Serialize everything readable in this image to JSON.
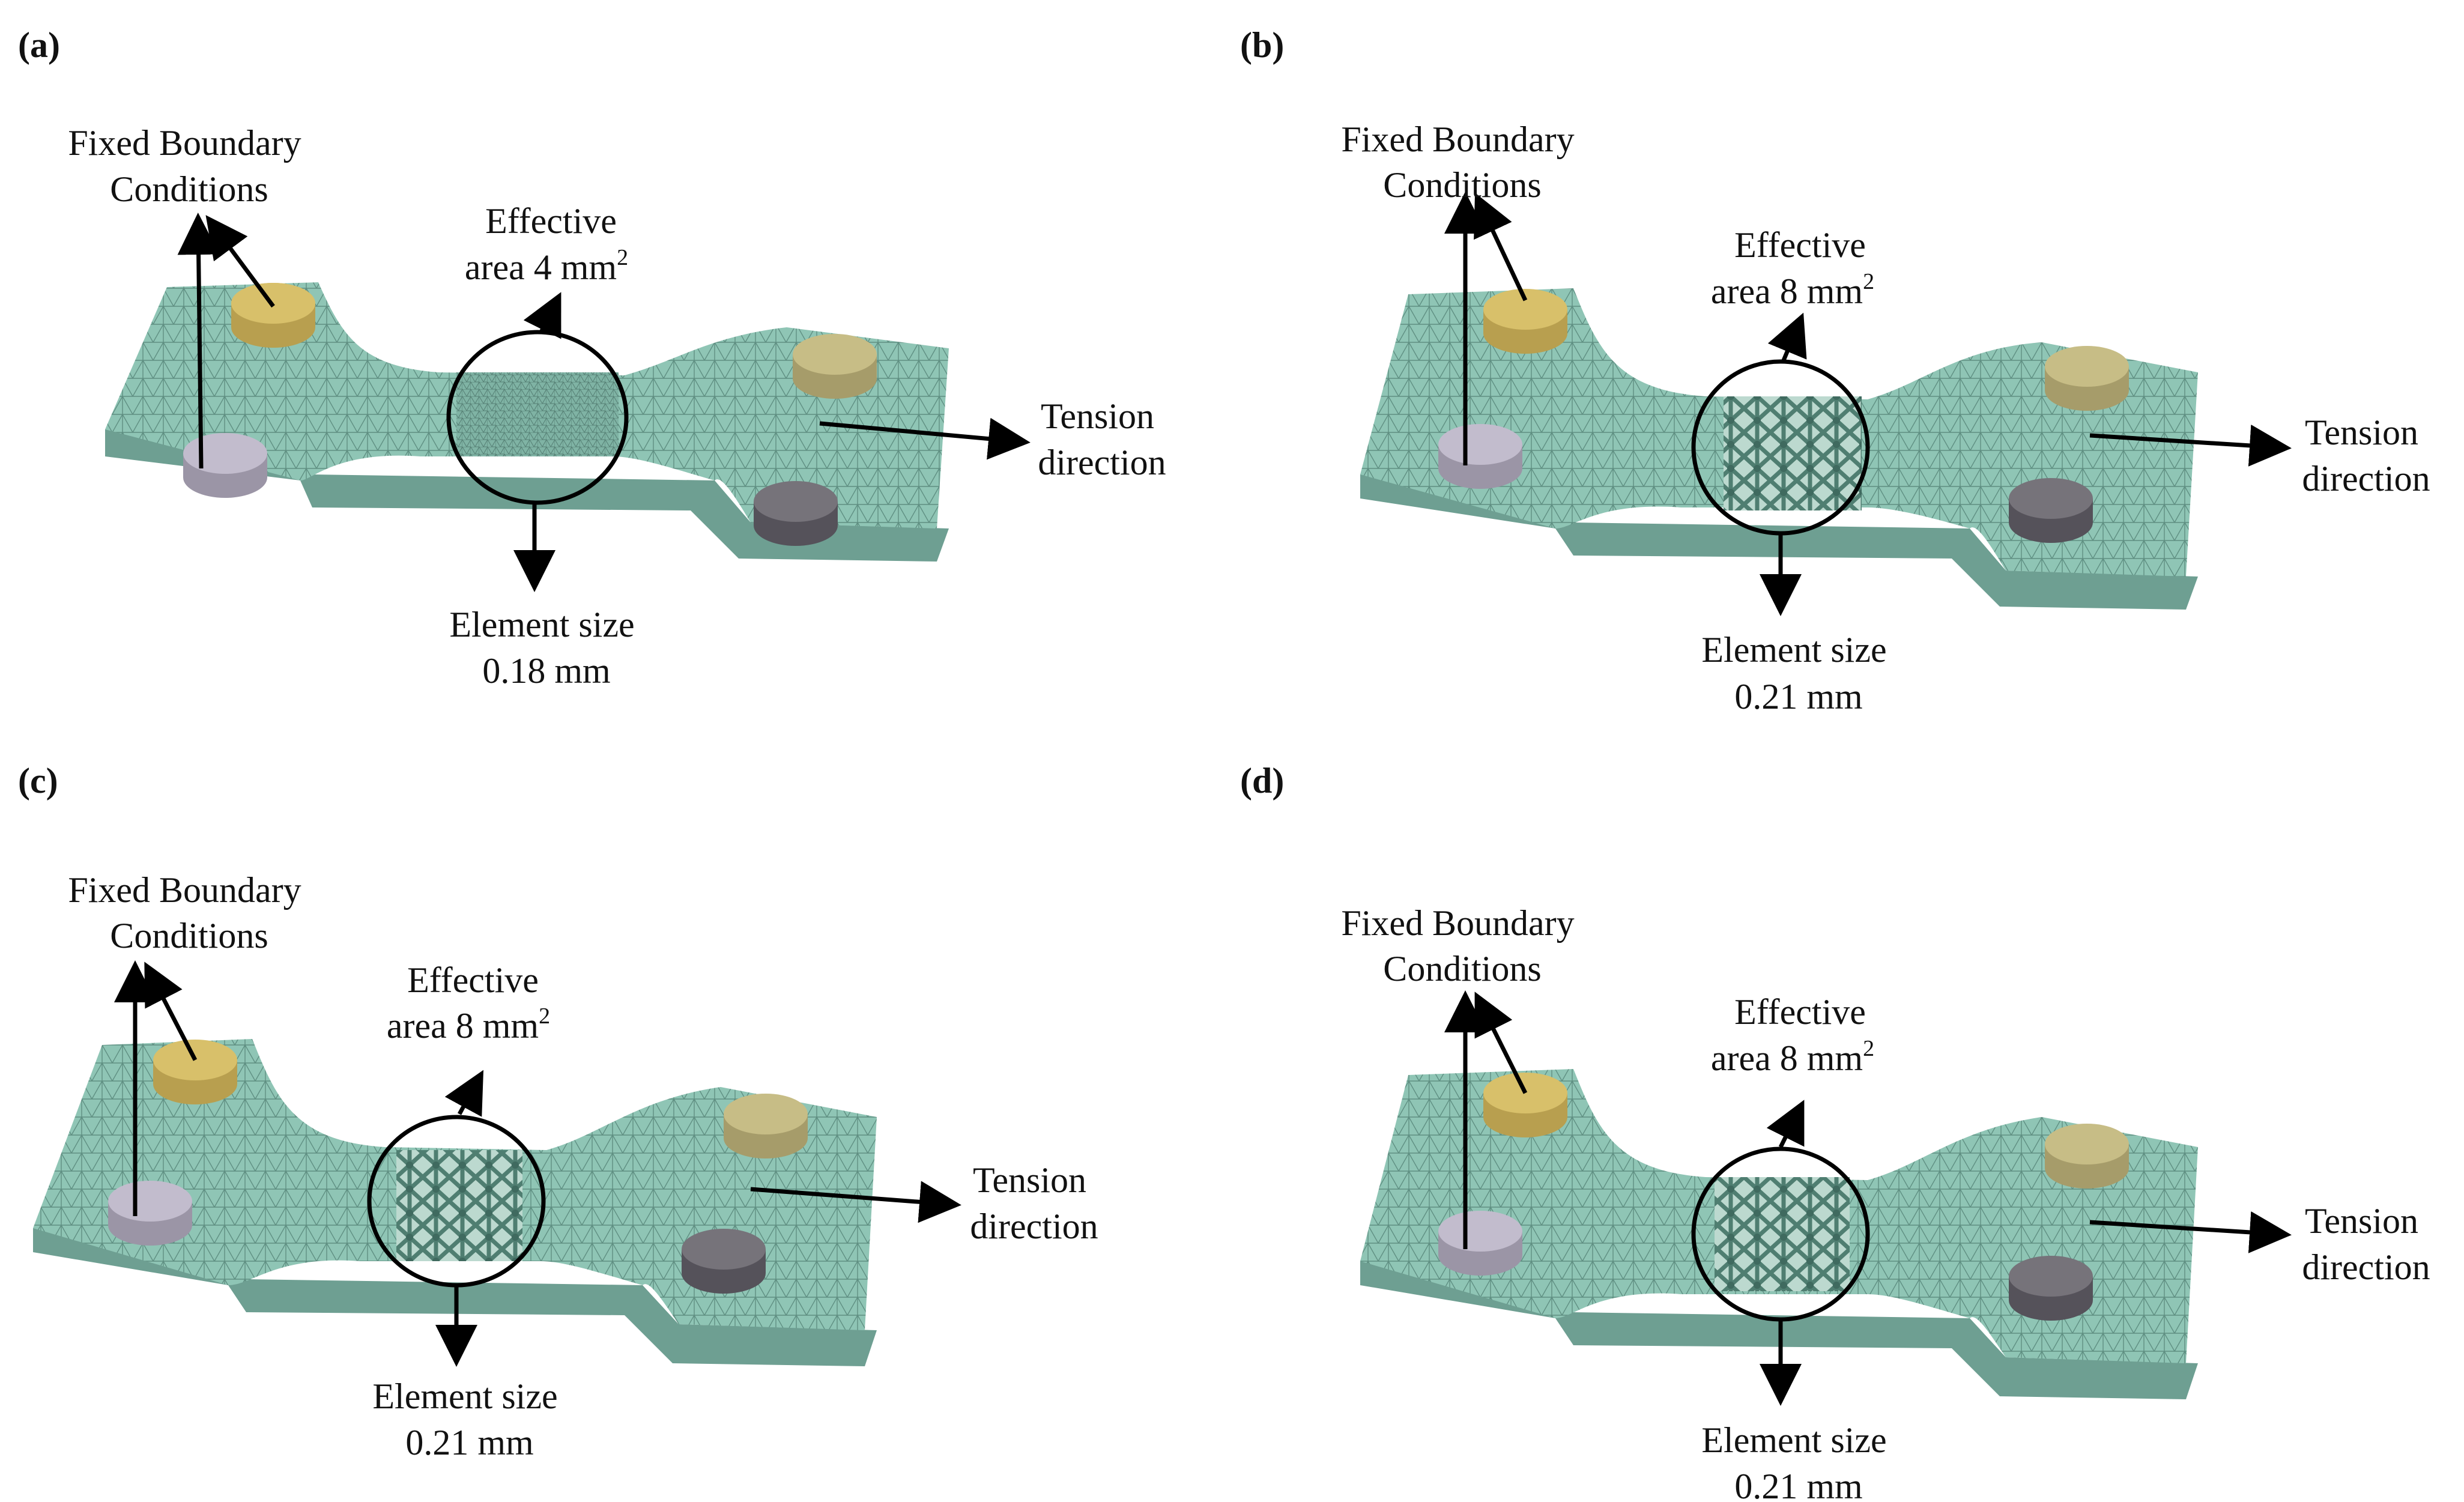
{
  "colors": {
    "mesh": "#8fc5b5",
    "mesh_line": "#5f8f82",
    "mesh_edge": "#6a9a8d",
    "pin_yellow": "#d8c06a",
    "pin_lavender": "#c2bccd",
    "pin_gray": "#76737a",
    "pin_khaki": "#c7bd86",
    "arrow": "#000000"
  },
  "panels": [
    {
      "id": "a",
      "panel_label": "(a)",
      "lattice": false,
      "fixed_label": [
        "Fixed Boundary",
        "Conditions"
      ],
      "effective_label": [
        "Effective",
        "area 4 mm"
      ],
      "effective_sup": "2",
      "tension_label": [
        "Tension",
        "direction"
      ],
      "element_label": [
        "Element size",
        "0.18 mm"
      ]
    },
    {
      "id": "b",
      "panel_label": "(b)",
      "lattice": true,
      "fixed_label": [
        "Fixed Boundary",
        "Conditions"
      ],
      "effective_label": [
        "Effective",
        "area 8 mm"
      ],
      "effective_sup": "2",
      "tension_label": [
        "Tension",
        "direction"
      ],
      "element_label": [
        "Element size",
        "0.21 mm"
      ]
    },
    {
      "id": "c",
      "panel_label": "(c)",
      "lattice": true,
      "fixed_label": [
        "Fixed Boundary",
        "Conditions"
      ],
      "effective_label": [
        "Effective",
        "area 8 mm"
      ],
      "effective_sup": "2",
      "tension_label": [
        "Tension",
        "direction"
      ],
      "element_label": [
        "Element size",
        "0.21 mm"
      ]
    },
    {
      "id": "d",
      "panel_label": "(d)",
      "lattice": true,
      "fixed_label": [
        "Fixed Boundary",
        "Conditions"
      ],
      "effective_label": [
        "Effective",
        "area 8 mm"
      ],
      "effective_sup": "2",
      "tension_label": [
        "Tension",
        "direction"
      ],
      "element_label": [
        "Element size",
        "0.21 mm"
      ]
    }
  ]
}
